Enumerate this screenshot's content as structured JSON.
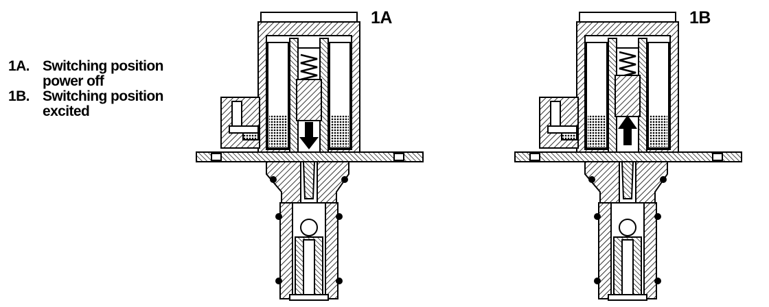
{
  "legend": {
    "items": [
      {
        "key": "1A.",
        "lines": [
          "Switching position",
          "power off"
        ]
      },
      {
        "key": "1B.",
        "lines": [
          "Switching position",
          "excited"
        ]
      }
    ]
  },
  "figures": [
    {
      "label": "1A",
      "plunger_arrow": "down"
    },
    {
      "label": "1B",
      "plunger_arrow": "up"
    }
  ],
  "colors": {
    "ink": "#000000",
    "paper": "#ffffff"
  }
}
